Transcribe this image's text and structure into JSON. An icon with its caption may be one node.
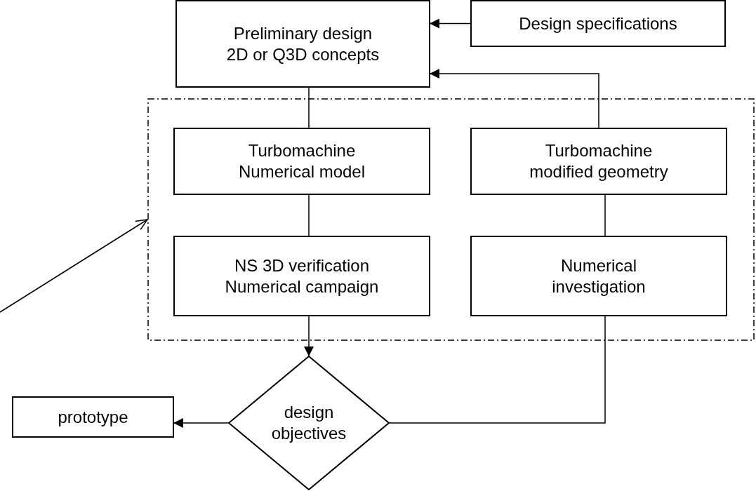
{
  "diagram": {
    "nodes": [
      {
        "text": [
          "Preliminary design 2D or Q3D concepts"
        ]
      },
      {
        "text": [
          "Design specifications"
        ]
      },
      {
        "text": [],
        "shape": "box"
      },
      {
        "text": [
          "Turbomachine Numerical model"
        ],
        "in": 2
      },
      {
        "text": [
          "Turbomachine modified geometry"
        ],
        "in": 2
      },
      {
        "text": [
          "NS 3D verification Numerical campaign"
        ],
        "in": 2
      },
      {
        "text": [
          "Numerical investigation"
        ],
        "in": 2
      },
      {
        "text": [
          "design objectives"
        ]
      },
      {
        "text": [
          "prototype"
        ]
      }
    ],
    "edges": [
      {
        "from": 1,
        "to": 0,
        "arrow": "to"
      },
      {
        "from": 0,
        "to": 3,
        "arrow": "none"
      },
      {
        "from": 3,
        "to": 5,
        "arrow": "none"
      },
      {
        "from": 5,
        "to": 7,
        "arrow": "to"
      },
      {
        "from": 7,
        "to": 8,
        "arrow": "to"
      },
      {
        "from": 7,
        "to": 6,
        "arrow": "none"
      },
      {
        "from": 6,
        "to": 4,
        "arrow": "none"
      },
      {
        "from": 4,
        "to": 0,
        "arrow": "to"
      },
      {
        "from": null,
        "to": 2,
        "arrow": "to"
      }
    ]
  }
}
